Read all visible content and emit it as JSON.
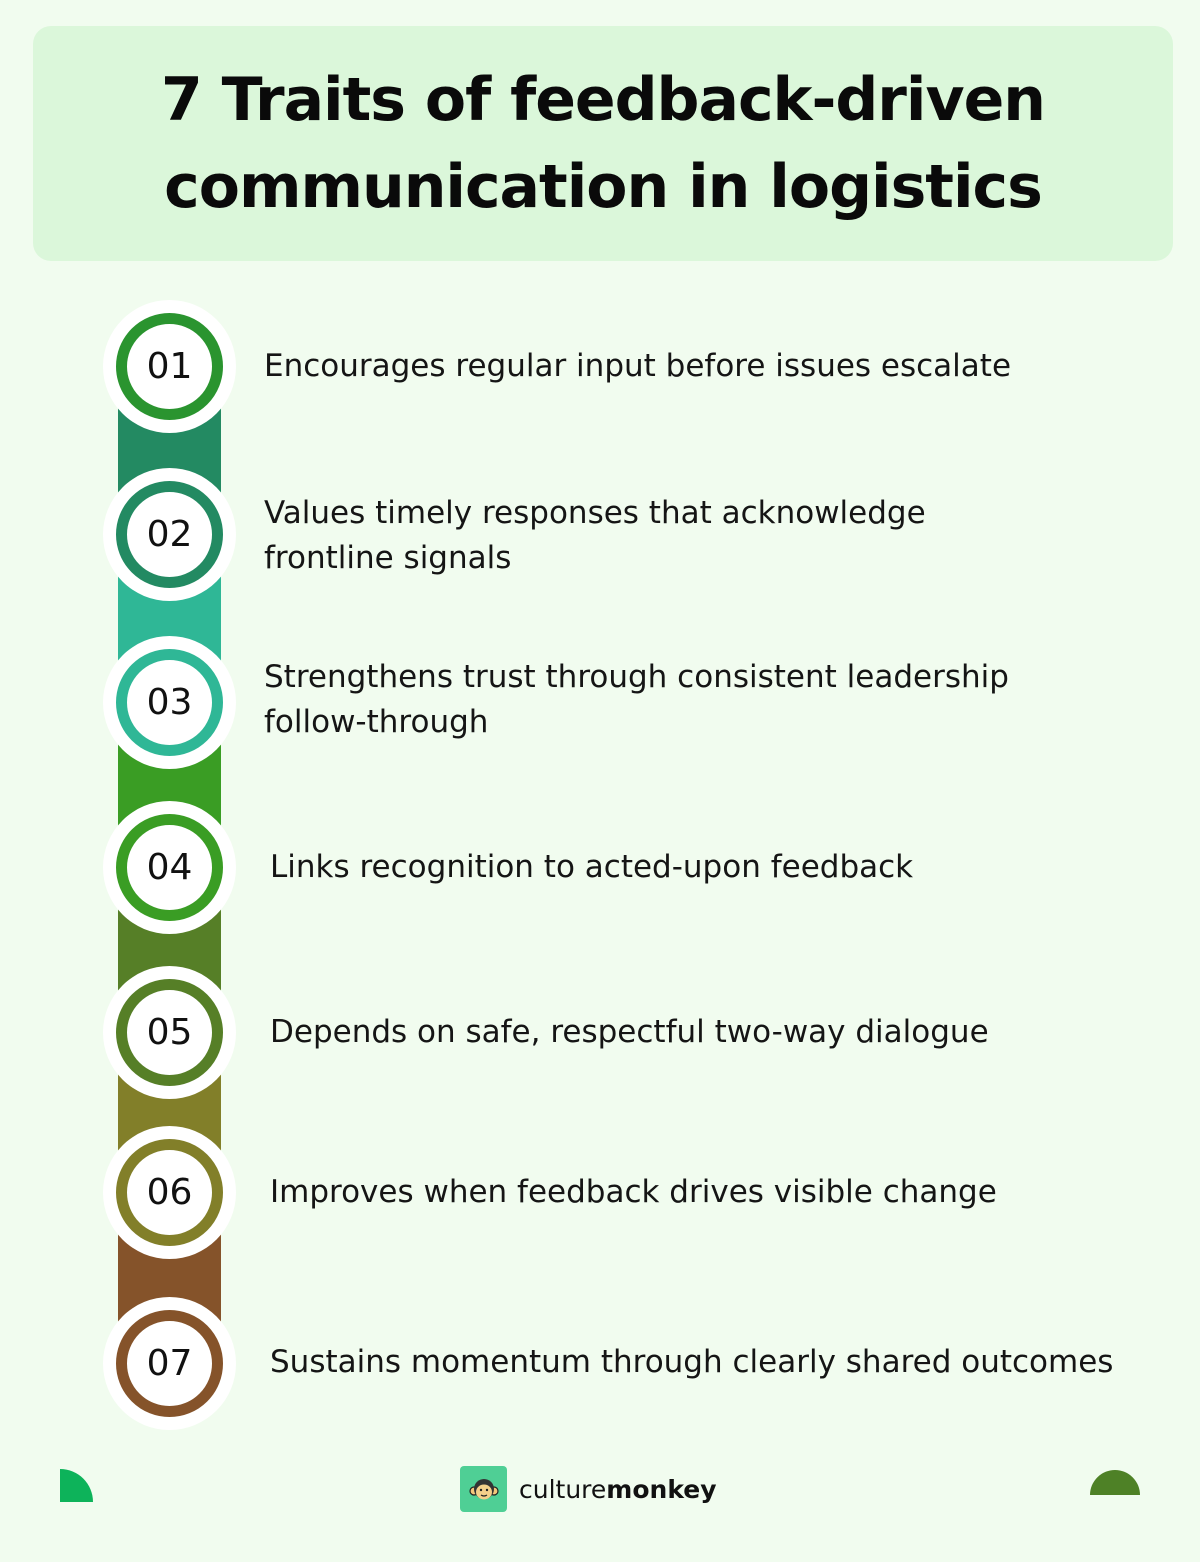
{
  "header": {
    "title_line1": "7 Traits of feedback-driven",
    "title_line2": "communication in logistics",
    "background": "#dbf7da"
  },
  "colors": {
    "page_background": "#f1fcef",
    "track": [
      "#238a62",
      "#2fb796",
      "#3a9d24",
      "#567f27",
      "#827f29",
      "#85532a"
    ]
  },
  "traits": [
    {
      "number": "01",
      "line1": "Encourages regular input before issues escalate",
      "line2": "",
      "color": "#2a942f"
    },
    {
      "number": "02",
      "line1": "Values timely responses that acknowledge",
      "line2": "frontline signals",
      "color": "#238a62"
    },
    {
      "number": "03",
      "line1": "Strengthens trust through consistent leadership",
      "line2": "follow-through",
      "color": "#2fb796"
    },
    {
      "number": "04",
      "line1": "Links recognition to acted-upon feedback",
      "line2": "",
      "color": "#3a9d24"
    },
    {
      "number": "05",
      "line1": "Depends on safe, respectful two-way dialogue",
      "line2": "",
      "color": "#567f27"
    },
    {
      "number": "06",
      "line1": "Improves when feedback drives visible change",
      "line2": "",
      "color": "#827f29"
    },
    {
      "number": "07",
      "line1": "Sustains momentum through clearly shared outcomes",
      "line2": "",
      "color": "#85532a"
    }
  ],
  "footer": {
    "brand_light": "culture",
    "brand_bold": "monkey",
    "logo_color": "#4fcf95"
  }
}
